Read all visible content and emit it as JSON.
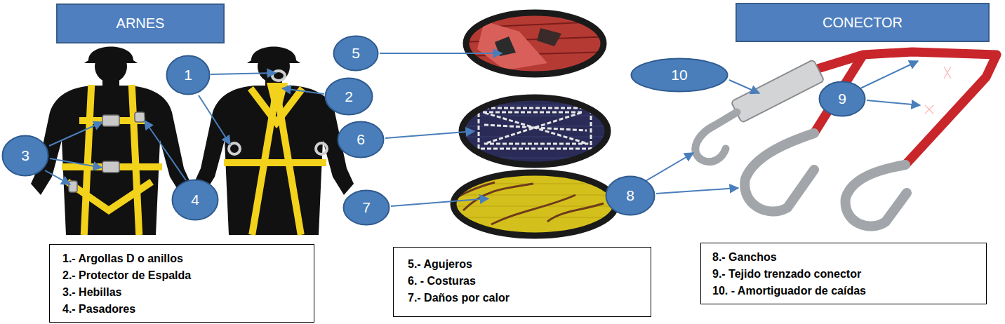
{
  "diagram": {
    "nodes": [
      {
        "text": [
          "ARNES"
        ]
      },
      {
        "text": [
          "1"
        ]
      },
      {
        "text": [
          "2"
        ]
      },
      {
        "text": [
          "3"
        ]
      },
      {
        "text": [
          "4"
        ]
      },
      {
        "text": [
          "1.- Argollas D o anillos",
          "2.- Protector de Espalda",
          "3.- Hebillas",
          "4.- Pasadores"
        ]
      },
      {
        "text": [
          "5"
        ]
      },
      {
        "text": [
          "6"
        ]
      },
      {
        "text": [
          "7"
        ]
      },
      {
        "text": [
          "5.- Agujeros",
          "6. - Costuras",
          "7.- Daños por calor"
        ]
      },
      {
        "text": [
          "CONECTOR"
        ]
      },
      {
        "text": [
          "10"
        ]
      },
      {
        "text": [
          "9"
        ]
      },
      {
        "text": [
          "8"
        ]
      },
      {
        "text": [
          "8.- Ganchos",
          "9.- Tejido trenzado conector",
          "10. - Amortiguador de caídas"
        ]
      }
    ]
  }
}
